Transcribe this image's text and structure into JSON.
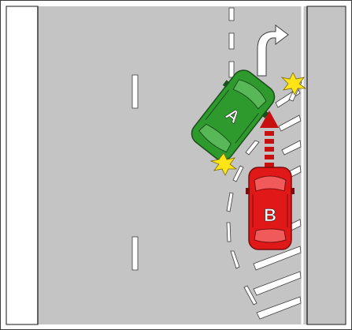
{
  "colors": {
    "road": "#c4c4c4",
    "frame": "#3c3c3c",
    "shoulder": "#ffffff",
    "lane_marking": "#ffffff",
    "car_a": "#2e9a2e",
    "car_b": "#e01818",
    "arrow_path": "#c81010",
    "impact_star": "#ffe418"
  },
  "icons": {
    "turn_arrow": "right-turn-arrow-icon",
    "impact": "collision-star-icon",
    "path": "dashed-movement-arrow-icon"
  },
  "vehicles": {
    "a": {
      "label": "A",
      "color_name": "green"
    },
    "b": {
      "label": "B",
      "color_name": "red"
    }
  }
}
